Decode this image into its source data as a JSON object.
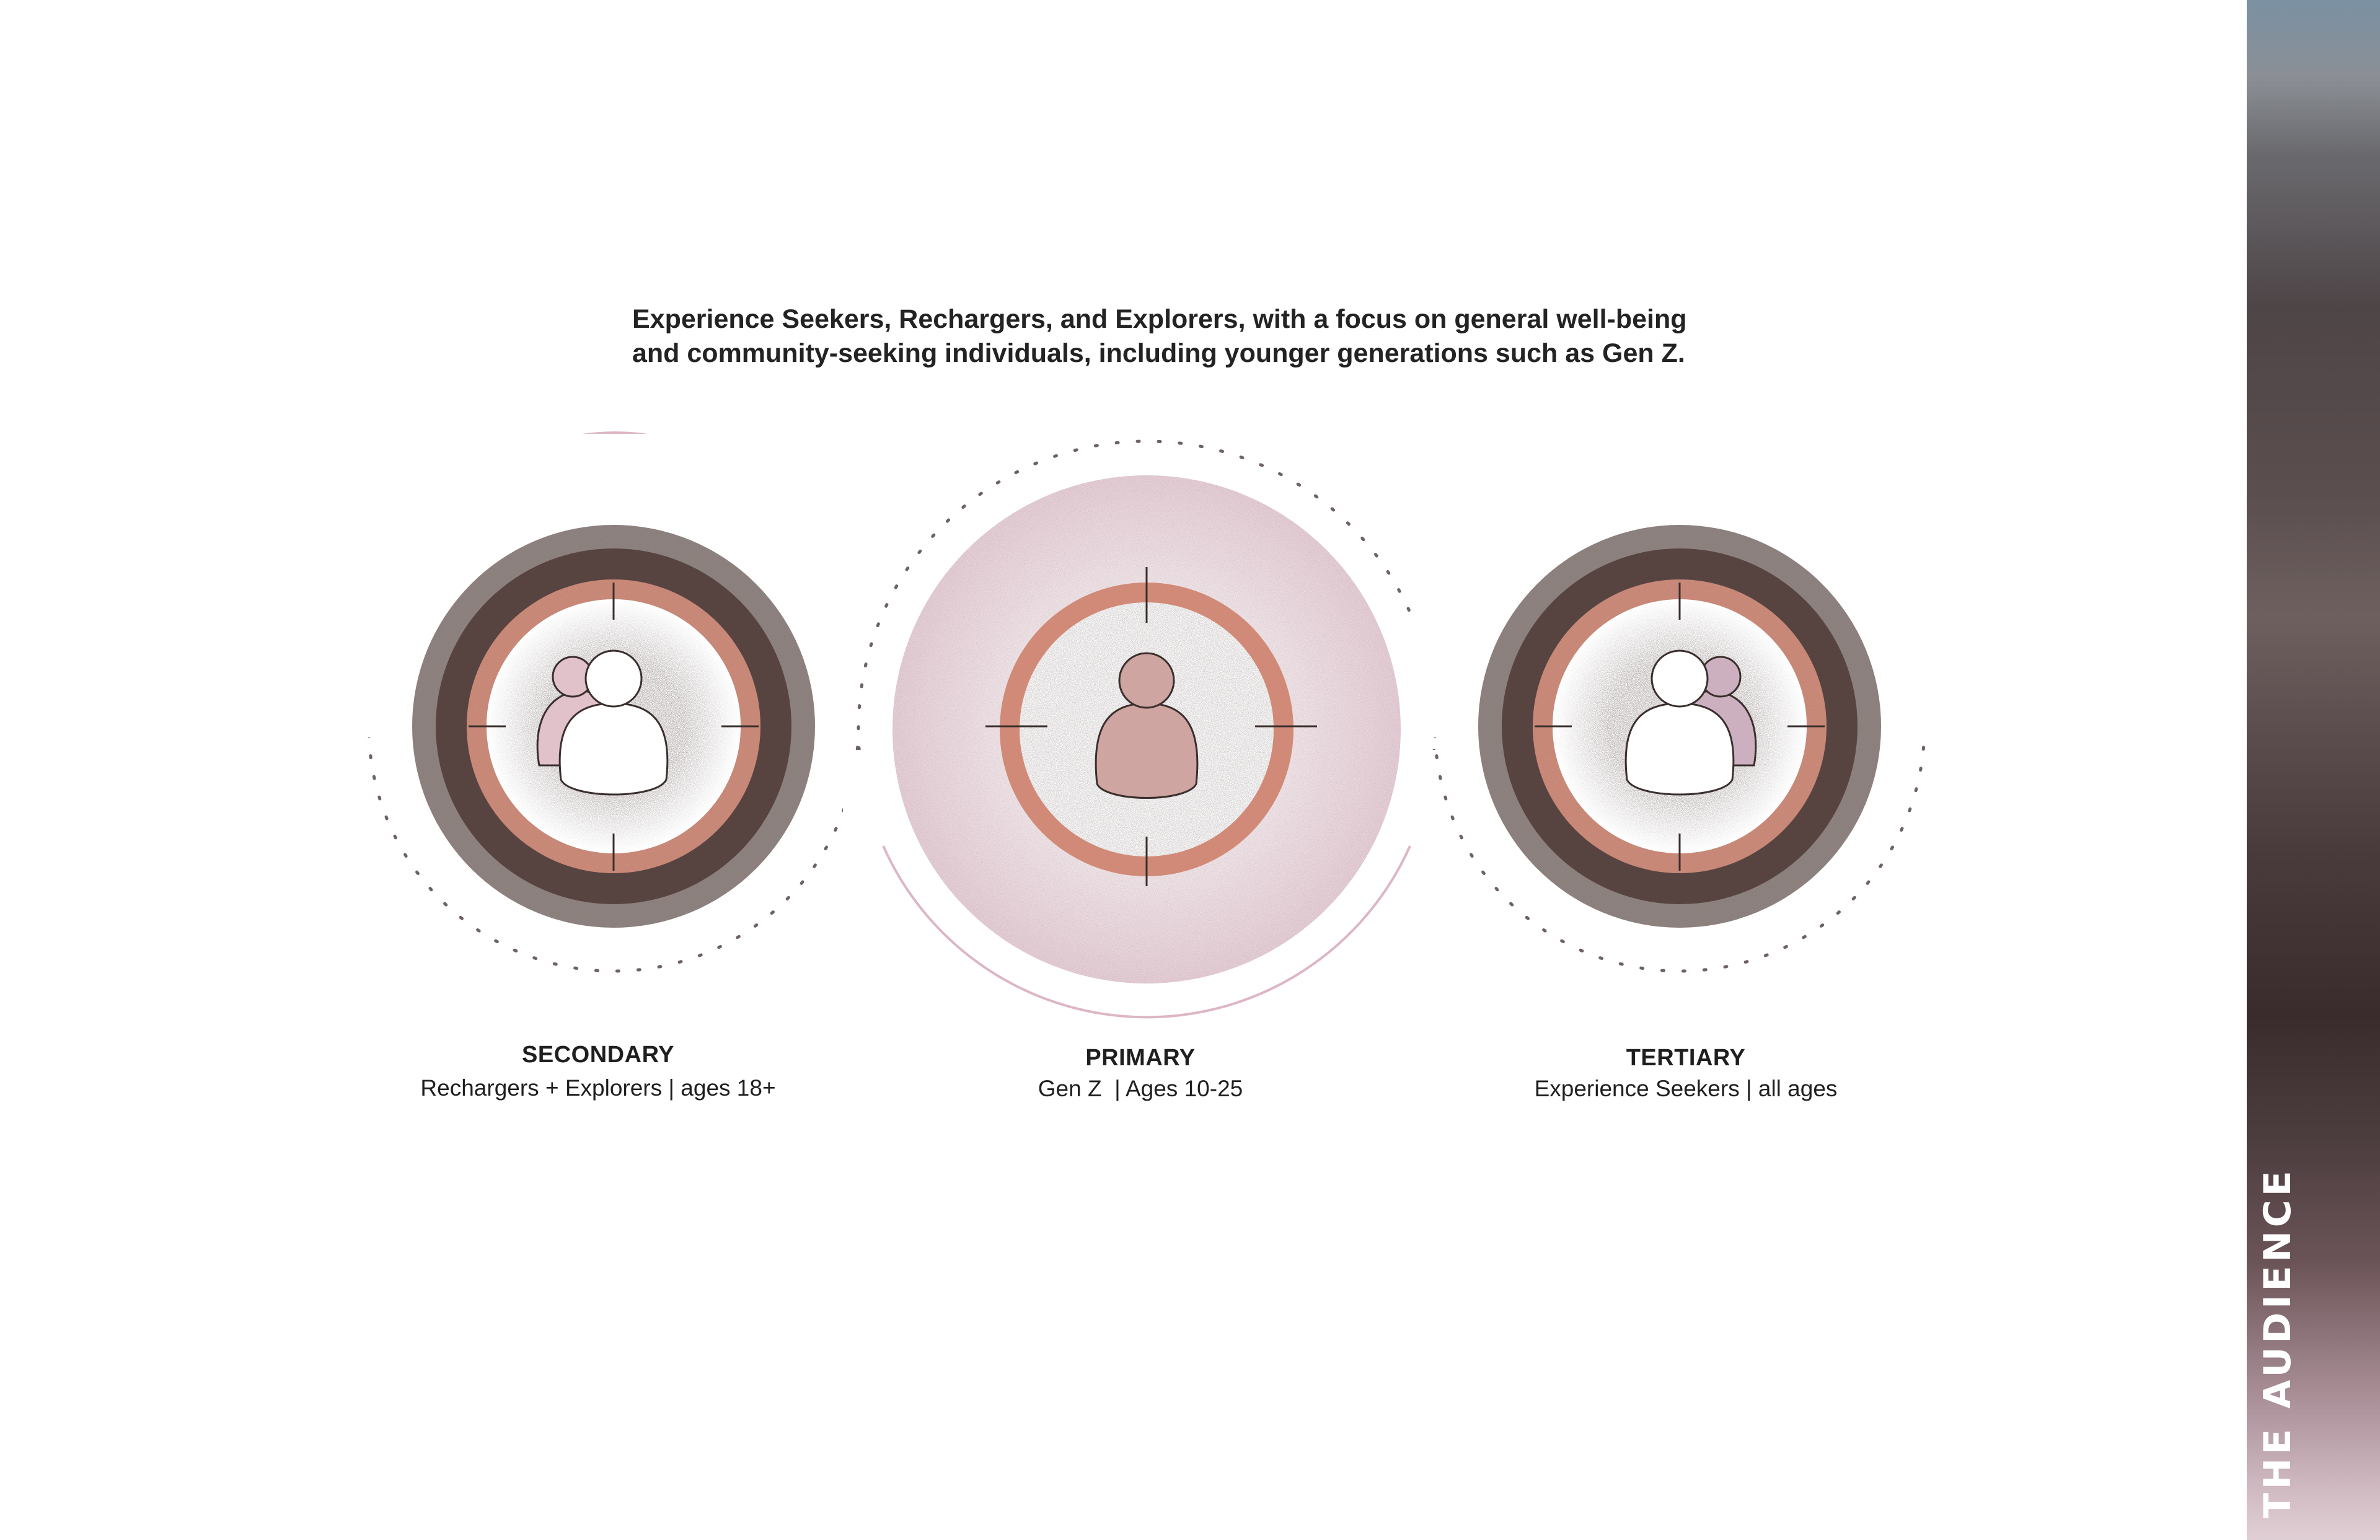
{
  "intro": {
    "line1": "Experience Seekers, Rechargers, and Explorers, with a focus on general well-being",
    "line2": "and community-seeking individuals, including younger generations such as Gen Z."
  },
  "audiences": [
    {
      "title": "SECONDARY",
      "subtitle": "Rechargers + Explorers | ages 18+"
    },
    {
      "title": "PRIMARY",
      "subtitle": "Gen Z  | Ages 10-25"
    },
    {
      "title": "TERTIARY",
      "subtitle": "Experience Seekers | all ages"
    }
  ],
  "side_title": "THE AUDIENCE",
  "colors": {
    "dark_ring": "#574441",
    "salmon_ring": "#d18a77",
    "gray_speckle": "#7a6d6a",
    "pink_glow": "#ead5dc",
    "pink_arc": "#dcb7c2",
    "primary_person": "#cfa5a1",
    "secondary_person": "#e1c2ca",
    "tertiary_person": "#cdb0c0"
  },
  "icons": [
    "person-icon",
    "people-pair-icon",
    "crosshair-icon"
  ]
}
